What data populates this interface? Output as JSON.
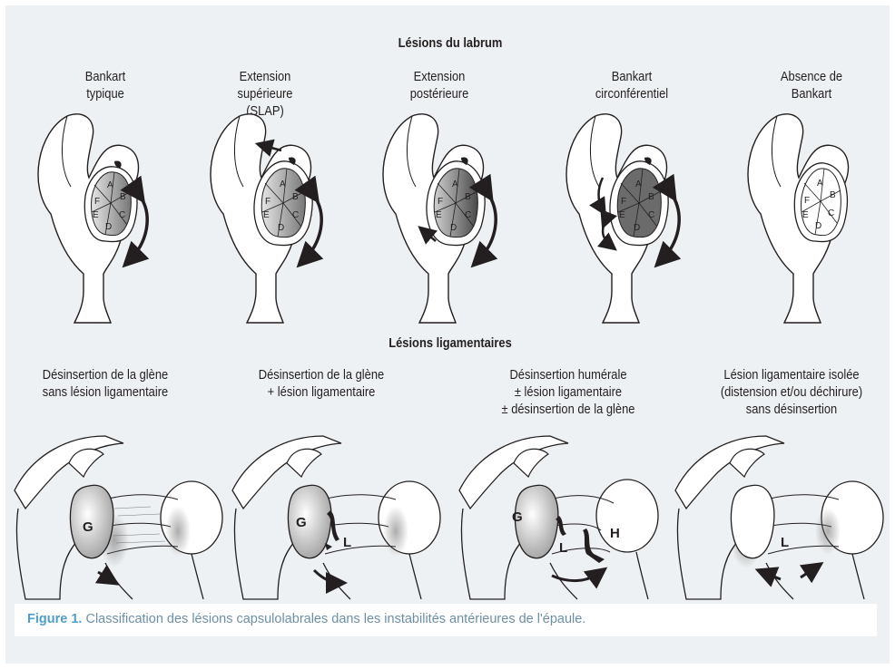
{
  "labrum": {
    "title": "Lésions du labrum",
    "items": [
      {
        "line1": "Bankart",
        "line2": "typique",
        "line3": ""
      },
      {
        "line1": "Extension",
        "line2": "supérieure",
        "line3": "(SLAP)"
      },
      {
        "line1": "Extension",
        "line2": "postérieure",
        "line3": ""
      },
      {
        "line1": "Bankart",
        "line2": "circonférentiel",
        "line3": ""
      },
      {
        "line1": "Absence de",
        "line2": "Bankart",
        "line3": ""
      }
    ],
    "zone_letters": {
      "a": "A",
      "b": "B",
      "c": "C",
      "d": "D",
      "e": "E",
      "f": "F"
    }
  },
  "ligament": {
    "title": "Lésions ligamentaires",
    "items": [
      {
        "line1": "Désinsertion de la glène",
        "line2": "sans lésion ligamentaire",
        "line3": ""
      },
      {
        "line1": "Désinsertion de la glène",
        "line2": "+ lésion ligamentaire",
        "line3": ""
      },
      {
        "line1": "Désinsertion humérale",
        "line2": "± lésion ligamentaire",
        "line3": "± désinsertion de la glène"
      },
      {
        "line1": "Lésion ligamentaire isolée",
        "line2": "(distension et/ou déchirure)",
        "line3": "sans désinsertion"
      }
    ],
    "letters": {
      "glene": "G",
      "ligament": "L",
      "humerus": "H"
    }
  },
  "caption": {
    "label": "Figure 1.",
    "text": " Classification des lésions capsulolabrales dans les instabilités antérieures de l'épaule."
  }
}
